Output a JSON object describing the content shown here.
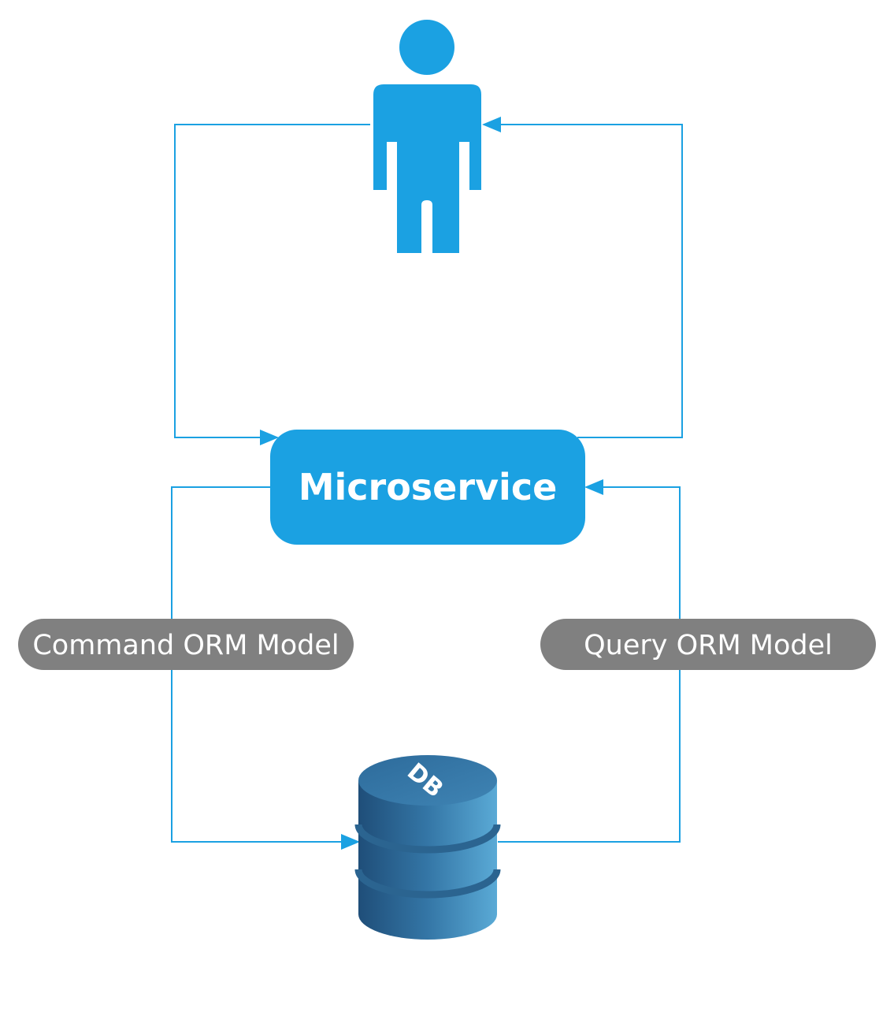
{
  "microservice": {
    "label": "Microservice"
  },
  "command_model": {
    "label": "Command ORM Model"
  },
  "query_model": {
    "label": "Query ORM Model"
  },
  "database": {
    "label": "DB",
    "icon": "database-icon"
  },
  "user": {
    "icon": "user-icon"
  },
  "colors": {
    "accent": "#1ba1e2",
    "pill": "#808080",
    "db_dark": "#1f4e79",
    "db_light": "#5aa9d4"
  }
}
